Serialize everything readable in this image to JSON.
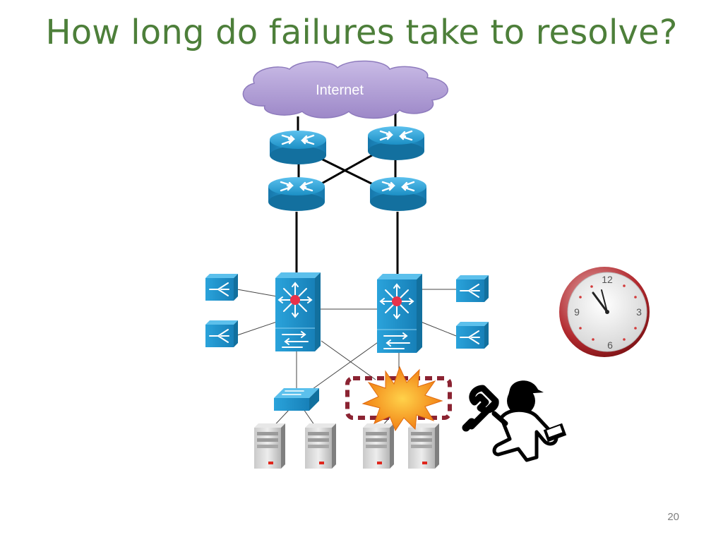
{
  "slide": {
    "title": "How long do failures take to resolve?",
    "page_number": "20"
  },
  "diagram": {
    "cloud_label": "Internet",
    "clock": {
      "numerals": [
        "12",
        "3",
        "6",
        "9"
      ]
    }
  },
  "colors": {
    "title": "#4d7f3a",
    "cloud": "#b4a2d6",
    "device_blue": "#1f8fc6",
    "failure_burst": "#f28a1c",
    "failure_box": "#8b2332",
    "clock_rim": "#a61b1f"
  }
}
